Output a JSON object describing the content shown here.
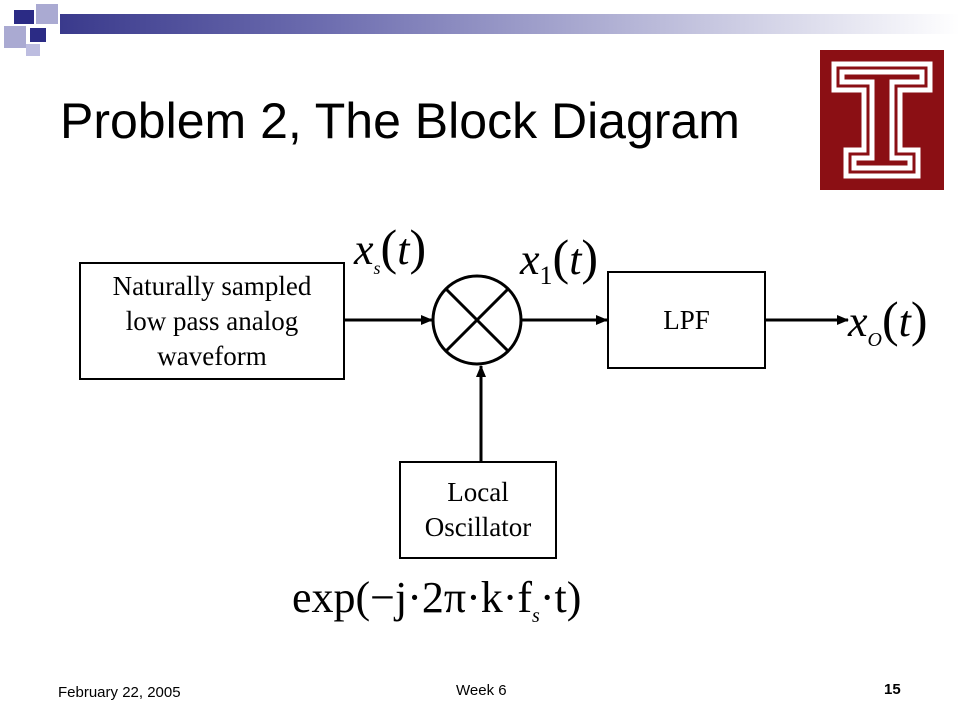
{
  "slide": {
    "title": "Problem 2, The Block Diagram",
    "accent_colors": {
      "dark_blue": "#3a3a8c",
      "light_blue": "#9a9ac8",
      "logo_red": "#8b0f14"
    }
  },
  "diagram": {
    "source_block": {
      "line1": "Naturally sampled",
      "line2": "low pass analog",
      "line3": "waveform"
    },
    "lpf_block": {
      "label": "LPF"
    },
    "oscillator_block": {
      "line1": "Local",
      "line2": "Oscillator"
    },
    "mixer": {
      "icon": "multiplier-icon"
    },
    "signals": {
      "xs_var": "x",
      "xs_sub": "s",
      "xs_arg": "t",
      "x1_var": "x",
      "x1_sub": "1",
      "x1_arg": "t",
      "xo_var": "x",
      "xo_sub": "O",
      "xo_arg": "t",
      "lo_expr": "exp(−j·2π·k·f",
      "lo_sub": "s",
      "lo_tail": "·t)"
    }
  },
  "footer": {
    "date": "February 22, 2005",
    "week": "Week 6",
    "page_number": "15"
  }
}
